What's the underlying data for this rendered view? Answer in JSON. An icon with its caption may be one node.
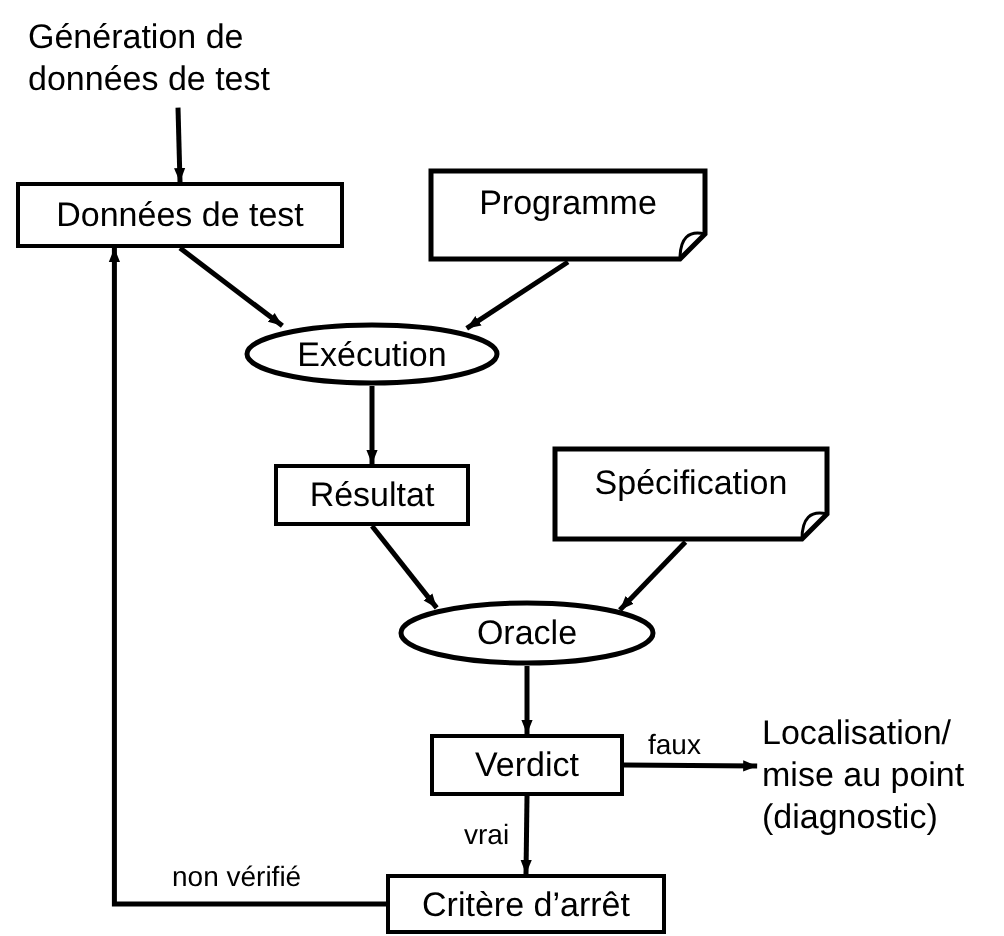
{
  "diagram": {
    "nodes": [
      {
        "text": [
          "Génération de données de test"
        ]
      },
      {
        "text": [
          "Données de test"
        ]
      },
      {
        "text": [
          "Programme"
        ]
      },
      {
        "text": [
          "Exécution"
        ]
      },
      {
        "text": [
          "Résultat"
        ]
      },
      {
        "text": [
          "Spécification"
        ]
      },
      {
        "text": [
          "Oracle"
        ]
      },
      {
        "text": [
          "Verdict"
        ]
      },
      {
        "text": [
          "Localisation/ mise au point (diagnostic)"
        ]
      },
      {
        "text": [
          "Critère d’arrêt"
        ]
      }
    ],
    "edges": [
      {
        "from": 0,
        "to": 1,
        "arrow": "to"
      },
      {
        "from": 1,
        "to": 3,
        "arrow": "to"
      },
      {
        "from": 2,
        "to": 3,
        "arrow": "to"
      },
      {
        "from": 3,
        "to": 4,
        "arrow": "to"
      },
      {
        "from": 4,
        "to": 6,
        "arrow": "to"
      },
      {
        "from": 5,
        "to": 6,
        "arrow": "to"
      },
      {
        "from": 6,
        "to": 7,
        "arrow": "to"
      },
      {
        "from": 7,
        "to": 8,
        "arrow": "to",
        "label": "faux"
      },
      {
        "from": 7,
        "to": 9,
        "arrow": "to",
        "label": "vrai"
      },
      {
        "from": 9,
        "to": 1,
        "arrow": "to",
        "label": "non vérifié"
      }
    ]
  }
}
